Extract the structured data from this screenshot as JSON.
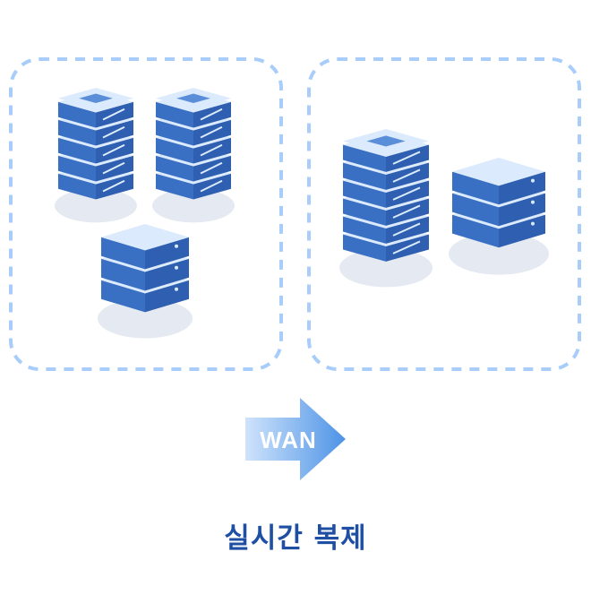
{
  "diagram": {
    "arrow_label": "WAN",
    "caption": "실시간 복제",
    "left_group": {
      "tall_stacks": 2,
      "short_stacks": 1
    },
    "right_group": {
      "tall_stacks": 1,
      "short_stacks": 1
    }
  },
  "colors": {
    "dashed_border": "#a8cdfa",
    "caption_text": "#1f4fa3",
    "arrow_light": "#cfe3fb",
    "arrow_dark": "#4d93e6",
    "server_light": "#dbeafc",
    "server_mid": "#5b8ed8",
    "server_dark": "#2f5fb0",
    "server_front": "#3a70c4",
    "shadow": "#e4e9f2"
  }
}
